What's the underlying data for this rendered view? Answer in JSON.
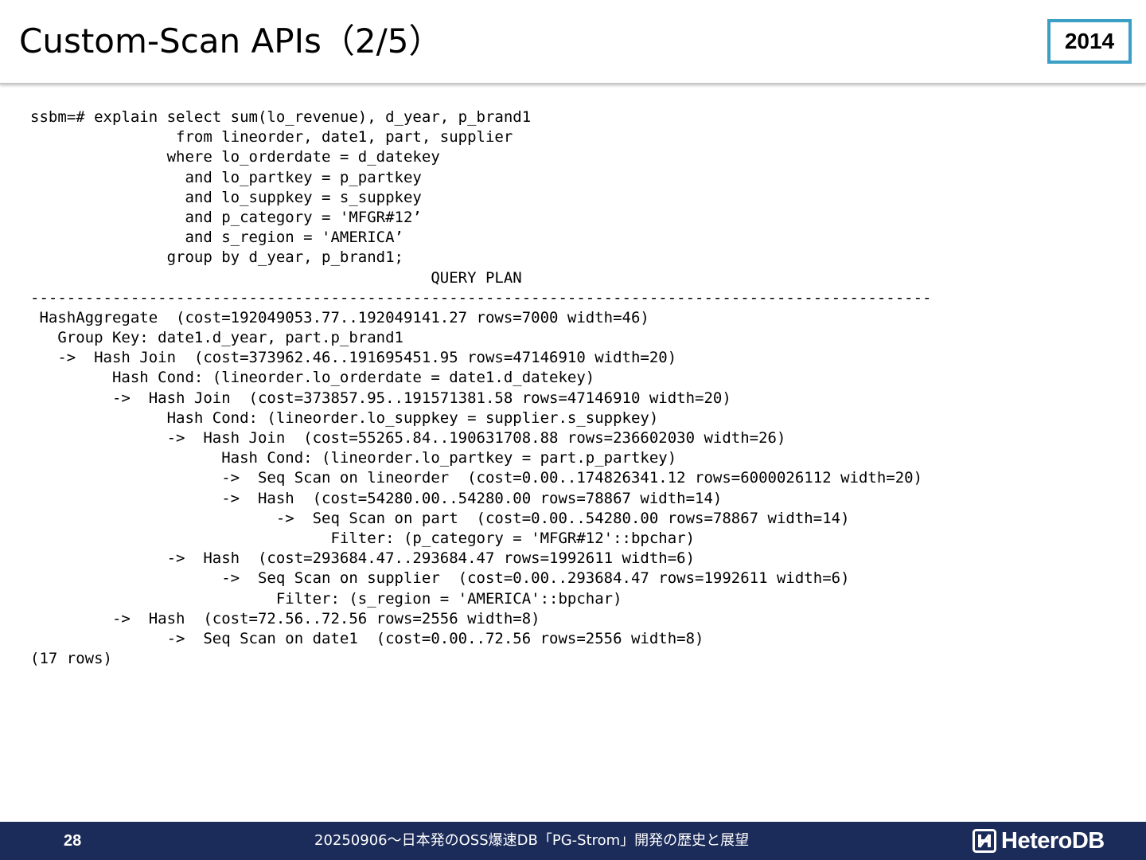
{
  "header": {
    "title": "Custom-Scan APIs（2/5）",
    "year_badge": "2014"
  },
  "code": {
    "lines": [
      "ssbm=# explain select sum(lo_revenue), d_year, p_brand1",
      "                from lineorder, date1, part, supplier",
      "               where lo_orderdate = d_datekey",
      "                 and lo_partkey = p_partkey",
      "                 and lo_suppkey = s_suppkey",
      "                 and p_category = 'MFGR#12’",
      "                 and s_region = 'AMERICA’",
      "               group by d_year, p_brand1;",
      "                                            QUERY PLAN",
      "---------------------------------------------------------------------------------------------------",
      " HashAggregate  (cost=192049053.77..192049141.27 rows=7000 width=46)",
      "   Group Key: date1.d_year, part.p_brand1",
      "   ->  Hash Join  (cost=373962.46..191695451.95 rows=47146910 width=20)",
      "         Hash Cond: (lineorder.lo_orderdate = date1.d_datekey)",
      "         ->  Hash Join  (cost=373857.95..191571381.58 rows=47146910 width=20)",
      "               Hash Cond: (lineorder.lo_suppkey = supplier.s_suppkey)",
      "               ->  Hash Join  (cost=55265.84..190631708.88 rows=236602030 width=26)",
      "                     Hash Cond: (lineorder.lo_partkey = part.p_partkey)",
      "                     ->  Seq Scan on lineorder  (cost=0.00..174826341.12 rows=6000026112 width=20)",
      "                     ->  Hash  (cost=54280.00..54280.00 rows=78867 width=14)",
      "                           ->  Seq Scan on part  (cost=0.00..54280.00 rows=78867 width=14)",
      "                                 Filter: (p_category = 'MFGR#12'::bpchar)",
      "               ->  Hash  (cost=293684.47..293684.47 rows=1992611 width=6)",
      "                     ->  Seq Scan on supplier  (cost=0.00..293684.47 rows=1992611 width=6)",
      "                           Filter: (s_region = 'AMERICA'::bpchar)",
      "         ->  Hash  (cost=72.56..72.56 rows=2556 width=8)",
      "               ->  Seq Scan on date1  (cost=0.00..72.56 rows=2556 width=8)",
      "(17 rows)"
    ]
  },
  "footer": {
    "page_number": "28",
    "caption": "20250906～日本発のOSS爆速DB「PG-Strom」開発の歴史と展望",
    "brand": "HeteroDB"
  },
  "colors": {
    "badge_border": "#3a9fc4",
    "footer_background": "#1c2c5a"
  },
  "icons": {
    "brand_mark": "heterodb-logo-icon"
  }
}
